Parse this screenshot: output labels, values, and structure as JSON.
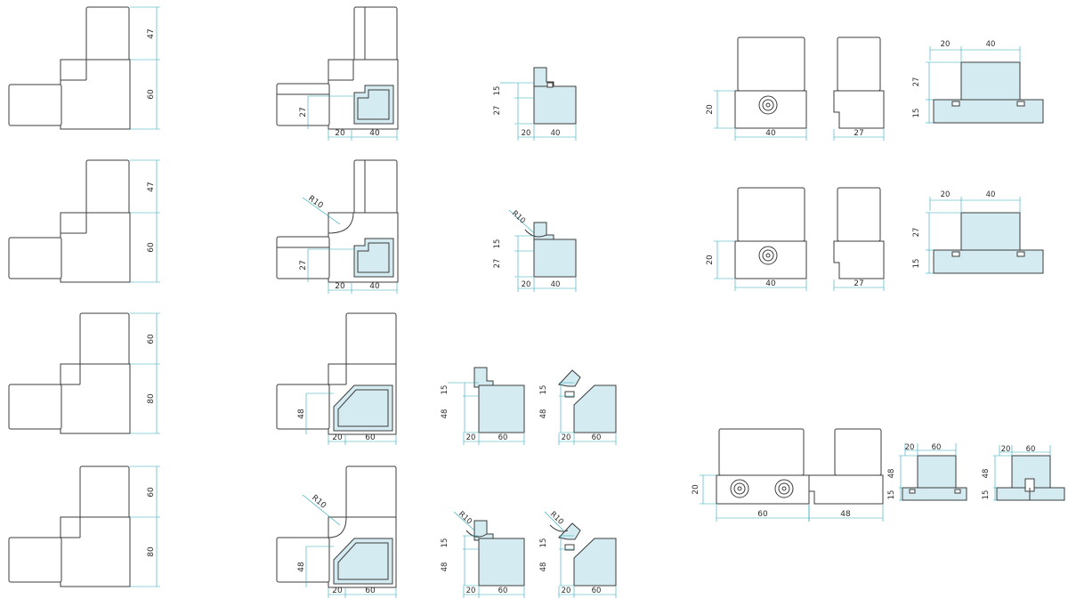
{
  "colors": {
    "outline": "#3c3c3c",
    "dimension_line": "#2aa8b8",
    "profile_fill": "#d4ecf1",
    "background": "#ffffff"
  },
  "dims": {
    "d15": "15",
    "d20": "20",
    "d27": "27",
    "d40": "40",
    "d47": "47",
    "d48": "48",
    "d60": "60",
    "d80": "80",
    "r10": "R10"
  }
}
